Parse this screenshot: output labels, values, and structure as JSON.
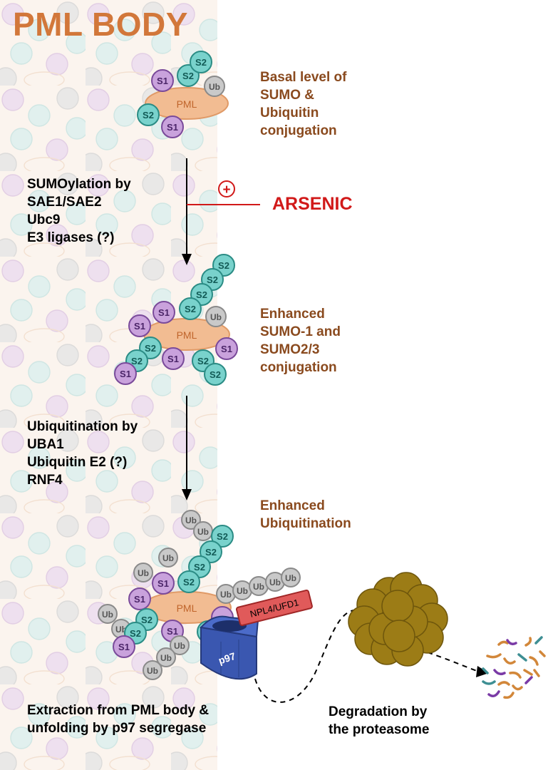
{
  "title": "PML BODY",
  "stages": [
    {
      "label_lines": [
        "Basal level of",
        "SUMO &",
        "Ubiquitin",
        "conjugation"
      ]
    },
    {
      "label_lines": [
        "Enhanced",
        "SUMO-1 and",
        "SUMO2/3",
        "conjugation"
      ]
    },
    {
      "label_lines": [
        "Enhanced",
        "Ubiquitination"
      ]
    }
  ],
  "steps": [
    {
      "label_lines": [
        "SUMOylation by",
        "SAE1/SAE2",
        "Ubc9",
        "E3 ligases (?)"
      ]
    },
    {
      "label_lines": [
        "Ubiquitination by",
        "UBA1",
        "Ubiquitin E2 (?)",
        "RNF4"
      ]
    }
  ],
  "arsenic": {
    "label": "ARSENIC",
    "sign": "+"
  },
  "protein_labels": {
    "pml": "PML",
    "sumo1": "S1",
    "sumo2": "S2",
    "ubiquitin": "Ub"
  },
  "segregase": {
    "body": "p97",
    "cofactor": "NPL4/UFD1"
  },
  "captions": {
    "extraction_lines": [
      "Extraction from PML body &",
      "unfolding by p97 segregase"
    ],
    "degradation_lines": [
      "Degradation by",
      "the proteasome"
    ]
  },
  "colors": {
    "title": "#d2773a",
    "stage_text": "#8a4a1e",
    "arsenic": "#d11919",
    "pml_fill": "#f2bc92",
    "sumo1_fill": "#c9a2dc",
    "sumo2_fill": "#79d2cc",
    "ub_fill": "#c9c9c9",
    "p97": "#3a57b0",
    "npl4": "#e05a5a",
    "proteasome": "#9c7c16"
  }
}
